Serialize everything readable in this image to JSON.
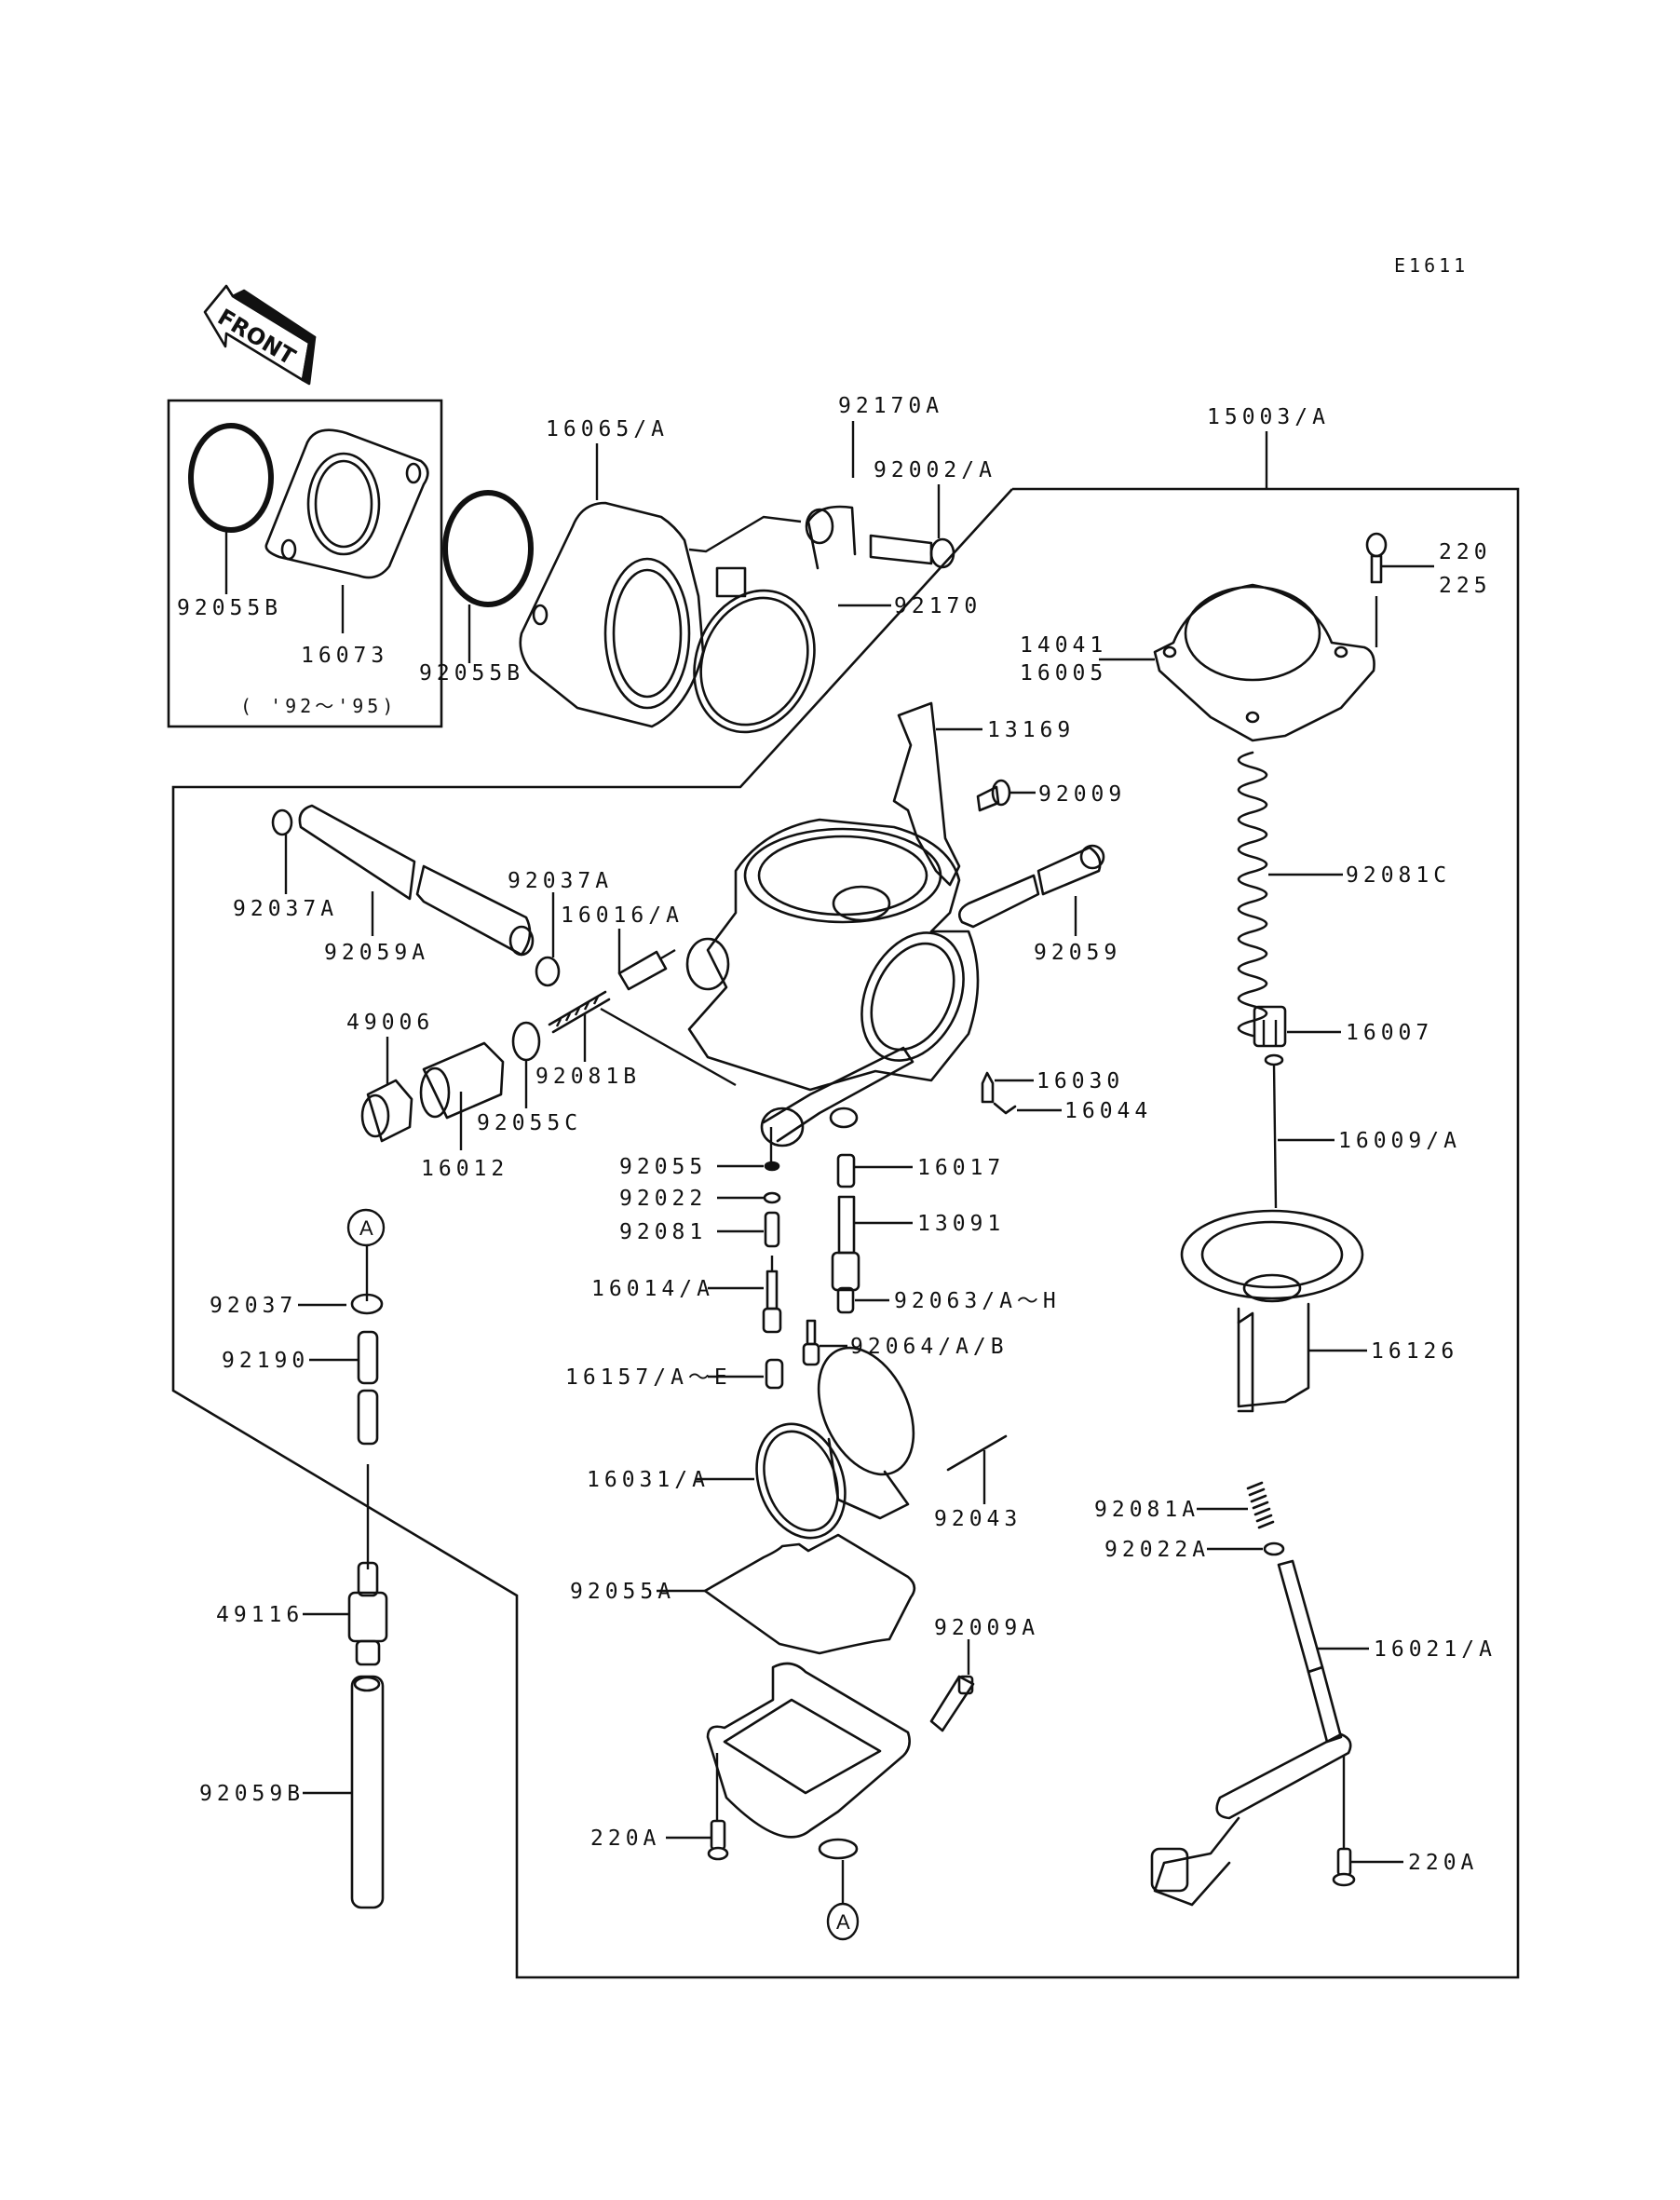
{
  "diagram": {
    "title": "Carburetor exploded parts diagram",
    "figure_code": "E1611",
    "direction_indicator": "FRONT",
    "inset_note": "( '92～'95)",
    "reference_marks": [
      "A",
      "A"
    ],
    "colors": {
      "ink": "#111111",
      "background": "#ffffff"
    }
  },
  "labels": {
    "p92055B_a": "92055B",
    "p16073": "16073",
    "p92055B_b": "92055B",
    "p16065A": "16065/A",
    "p92170A": "92170A",
    "p92002A": "92002/A",
    "p92170": "92170",
    "p15003A": "15003/A",
    "p220": "220",
    "p225": "225",
    "p14041": "14041",
    "p16005": "16005",
    "p13169": "13169",
    "p92009": "92009",
    "p92037A_a": "92037A",
    "p92059A": "92059A",
    "p92037A_b": "92037A",
    "p16016A": "16016/A",
    "p92059": "92059",
    "p92081C": "92081C",
    "p49006": "49006",
    "p92081B": "92081B",
    "p92055C": "92055C",
    "p16012": "16012",
    "p16007": "16007",
    "p16030": "16030",
    "p16044": "16044",
    "p16009A": "16009/A",
    "p92055": "92055",
    "p16017": "16017",
    "p92022": "92022",
    "p92081": "92081",
    "p13091": "13091",
    "p16014A": "16014/A",
    "p92063AH": "92063/A～H",
    "p92064AB": "92064/A/B",
    "p16157AE": "16157/A～E",
    "p16126": "16126",
    "p92037": "92037",
    "p92190": "92190",
    "p16031A": "16031/A",
    "p92043": "92043",
    "p92081A": "92081A",
    "p92022A": "92022A",
    "p92055A": "92055A",
    "p49116": "49116",
    "p92009A": "92009A",
    "p16021A": "16021/A",
    "p92059B": "92059B",
    "p220A_a": "220A",
    "p220A_b": "220A"
  }
}
